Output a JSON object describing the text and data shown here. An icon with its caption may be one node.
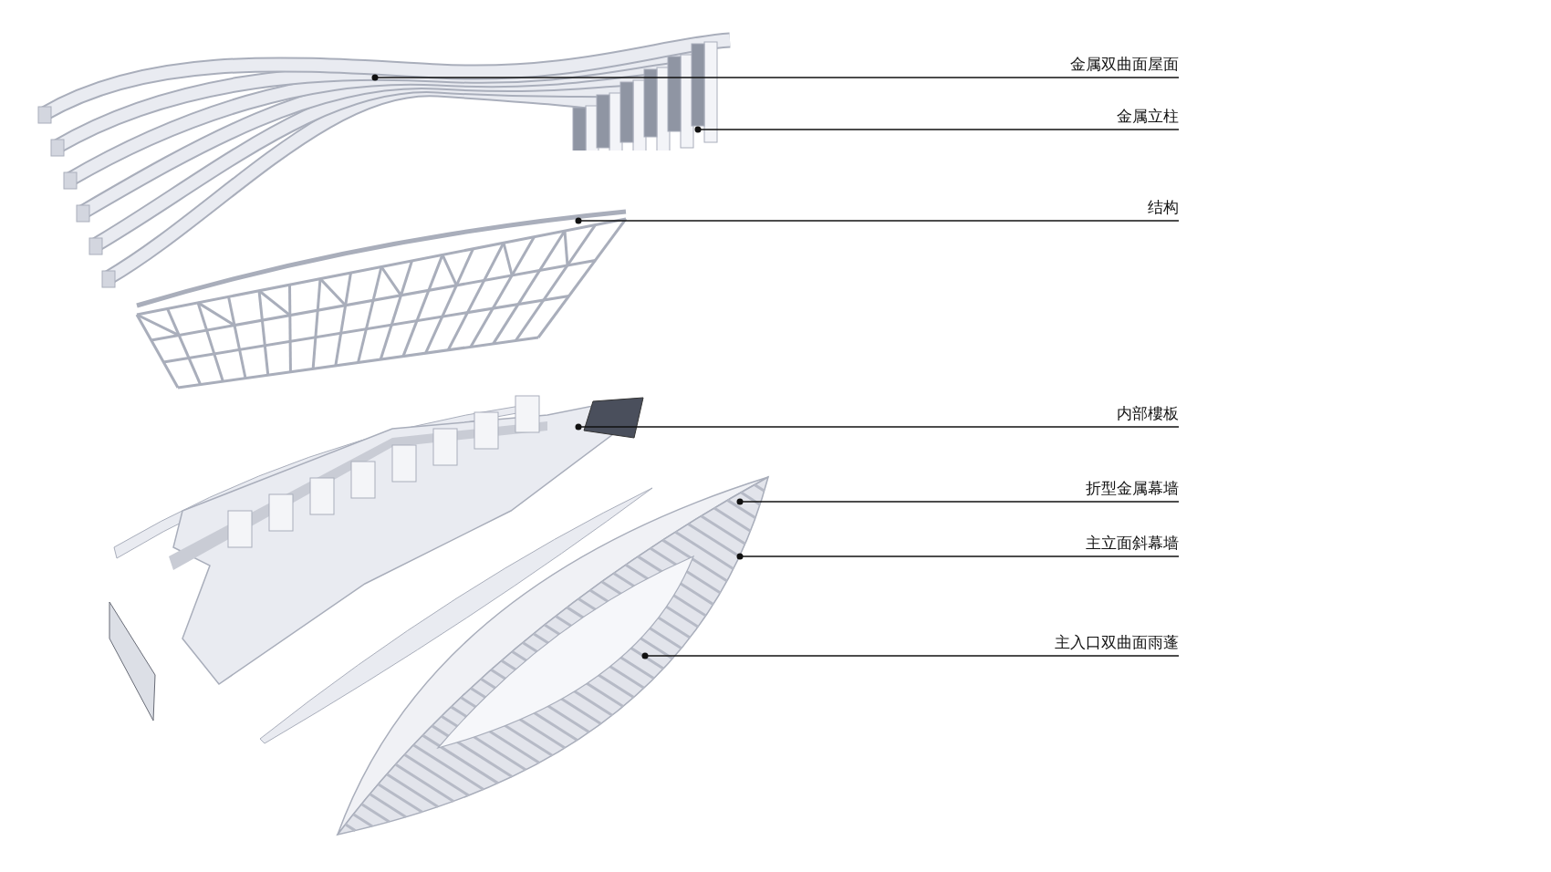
{
  "diagram": {
    "nodes": [
      {
        "text": [],
        "shape": "picture"
      },
      {
        "text": [],
        "shape": "picture",
        "in": 0
      },
      {
        "text": [],
        "shape": "picture"
      },
      {
        "text": [],
        "shape": "picture"
      },
      {
        "text": [],
        "shape": "picture"
      },
      {
        "text": [],
        "shape": "picture"
      },
      {
        "text": [],
        "shape": "picture",
        "in": 5
      },
      {
        "text": [
          "金属双曲面屋面"
        ]
      },
      {
        "text": [
          "金属立柱"
        ]
      },
      {
        "text": [
          "结构"
        ]
      },
      {
        "text": [
          "内部樓板"
        ]
      },
      {
        "text": [
          "折型金属幕墙"
        ]
      },
      {
        "text": [
          "主立面斜幕墙"
        ]
      },
      {
        "text": [
          "主入口双曲面雨蓬"
        ]
      }
    ],
    "edges": [
      {
        "from": 7,
        "to": 0,
        "arrow": "other"
      },
      {
        "from": 8,
        "to": 1,
        "arrow": "other"
      },
      {
        "from": 9,
        "to": 2,
        "arrow": "other"
      },
      {
        "from": 10,
        "to": 3,
        "arrow": "other"
      },
      {
        "from": 11,
        "to": 4,
        "arrow": "other"
      },
      {
        "from": 12,
        "to": 5,
        "arrow": "other"
      },
      {
        "from": 13,
        "to": 6,
        "arrow": "other"
      }
    ]
  }
}
